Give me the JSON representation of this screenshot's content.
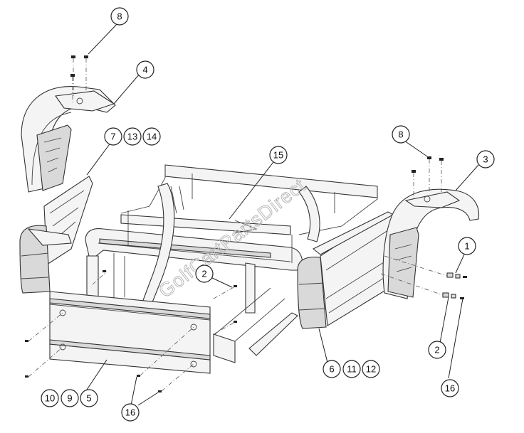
{
  "watermark": "GolfCartPartsDirect",
  "callouts": {
    "c8a": "8",
    "c4": "4",
    "c7": "7",
    "c13": "13",
    "c14": "14",
    "c15": "15",
    "c8b": "8",
    "c3": "3",
    "c1": "1",
    "c2a": "2",
    "c2b": "2",
    "c16a": "16",
    "c6": "6",
    "c11": "11",
    "c12": "12",
    "c10": "10",
    "c9": "9",
    "c5": "5",
    "c16b": "16"
  }
}
